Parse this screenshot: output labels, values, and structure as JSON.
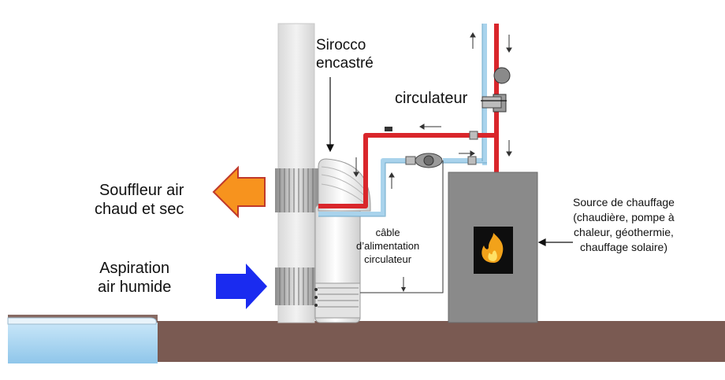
{
  "labels": {
    "sirocco_line1": "Sirocco",
    "sirocco_line2": "encastré",
    "circulateur": "circulateur",
    "souffleur_line1": "Souffleur air",
    "souffleur_line2": "chaud et sec",
    "aspiration_line1": "Aspiration",
    "aspiration_line2": "air humide",
    "cable_line1": "câble",
    "cable_line2": "d’alimentation",
    "cable_line3": "circulateur",
    "source_line1": "Source de chauffage",
    "source_line2": "(chaudière, pompe à",
    "source_line3": "chaleur, géothermie,",
    "source_line4": "chauffage solaire)"
  },
  "colors": {
    "hot_pipe": "#d9262b",
    "cold_pipe": "#a9d3ec",
    "hot_arrow": "#f7931e",
    "cold_arrow": "#1a2bf0",
    "ground": "#7a5a52",
    "pool_water": "#a9d4f0",
    "boiler": "#8a8a8a",
    "wall": "#e6e6e6",
    "flame": "#f2a21a"
  },
  "icons": [
    "flame-icon",
    "circulator-pump-icon"
  ]
}
